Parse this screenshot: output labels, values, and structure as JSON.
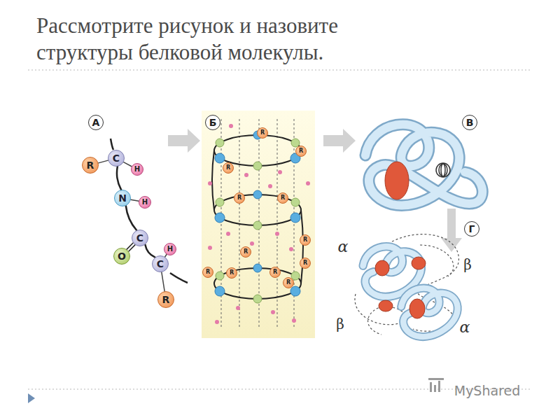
{
  "diagram": {
    "title": "Рассмотрите рисунок и назовите структуры белковой молекулы.",
    "nodes": [
      {
        "text": [
          "А"
        ]
      },
      {
        "text": [
          "C"
        ]
      },
      {
        "text": [
          "R"
        ]
      },
      {
        "text": [
          "H"
        ]
      },
      {
        "text": [
          "N"
        ]
      },
      {
        "text": [
          "H"
        ]
      },
      {
        "text": [
          "C"
        ]
      },
      {
        "text": [
          "O"
        ]
      },
      {
        "text": [
          "H"
        ]
      },
      {
        "text": [
          "C"
        ]
      },
      {
        "text": [
          "R"
        ]
      },
      {
        "text": [
          "Б"
        ]
      },
      {
        "text": [
          "R"
        ]
      },
      {
        "text": [
          "R"
        ]
      },
      {
        "text": [
          "R"
        ]
      },
      {
        "text": [
          "R"
        ]
      },
      {
        "text": [
          "R"
        ]
      },
      {
        "text": [
          "R"
        ]
      },
      {
        "text": [
          "R"
        ]
      },
      {
        "text": [
          "R"
        ]
      },
      {
        "text": [
          "R"
        ]
      },
      {
        "text": [
          "R"
        ]
      },
      {
        "text": [
          "R"
        ]
      },
      {
        "text": [
          "R"
        ]
      },
      {
        "text": [
          "В"
        ]
      },
      {
        "text": [
          "Г"
        ]
      }
    ],
    "edges": [
      {
        "from": 2,
        "to": 1,
        "arrow": "none"
      },
      {
        "from": 1,
        "to": 3,
        "arrow": "none"
      },
      {
        "from": 1,
        "to": 4,
        "arrow": "none"
      },
      {
        "from": 4,
        "to": 5,
        "arrow": "none"
      },
      {
        "from": 4,
        "to": 6,
        "arrow": "none"
      },
      {
        "from": 6,
        "to": 7,
        "arrow": "none"
      },
      {
        "from": 6,
        "to": 9,
        "arrow": "none"
      },
      {
        "from": 9,
        "to": 8,
        "arrow": "none"
      },
      {
        "from": 9,
        "to": 10,
        "arrow": "none"
      }
    ],
    "labels": [
      "α",
      "β",
      "β",
      "α",
      "MyShared"
    ]
  }
}
